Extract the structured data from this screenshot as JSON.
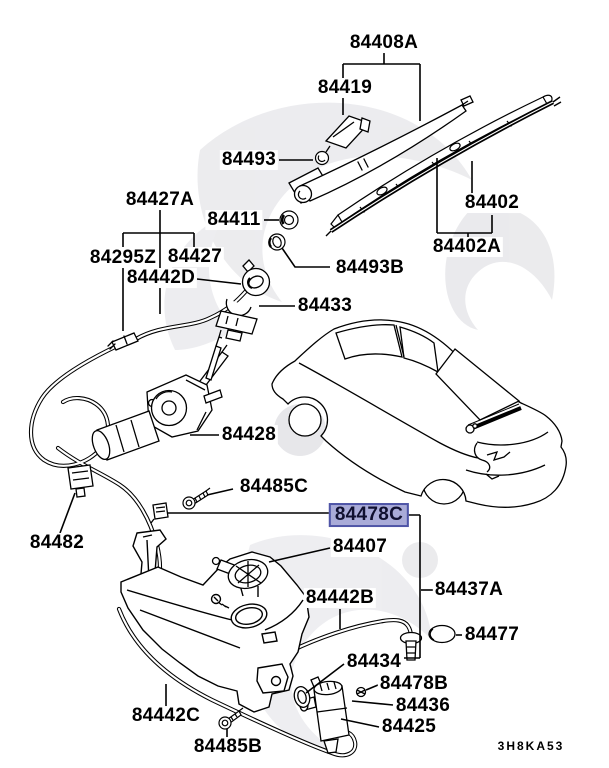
{
  "diagram": {
    "code": "3H8KA53",
    "highlighted_part": "84478C",
    "colors": {
      "line": "#000000",
      "background": "#ffffff",
      "watermark": "#e4e4e8",
      "highlight_fill": "#a9abd8",
      "highlight_border": "#4f55a7"
    },
    "labels": [
      {
        "part": "84408A"
      },
      {
        "part": "84419"
      },
      {
        "part": "84493"
      },
      {
        "part": "84411"
      },
      {
        "part": "84427A"
      },
      {
        "part": "84295Z"
      },
      {
        "part": "84427"
      },
      {
        "part": "84442D"
      },
      {
        "part": "84493B"
      },
      {
        "part": "84433"
      },
      {
        "part": "84402"
      },
      {
        "part": "84402A"
      },
      {
        "part": "84428"
      },
      {
        "part": "84485C"
      },
      {
        "part": "84478C"
      },
      {
        "part": "84482"
      },
      {
        "part": "84407"
      },
      {
        "part": "84442B"
      },
      {
        "part": "84437A"
      },
      {
        "part": "84477"
      },
      {
        "part": "84434"
      },
      {
        "part": "84478B"
      },
      {
        "part": "84436"
      },
      {
        "part": "84425"
      },
      {
        "part": "84442C"
      },
      {
        "part": "84485B"
      }
    ]
  }
}
